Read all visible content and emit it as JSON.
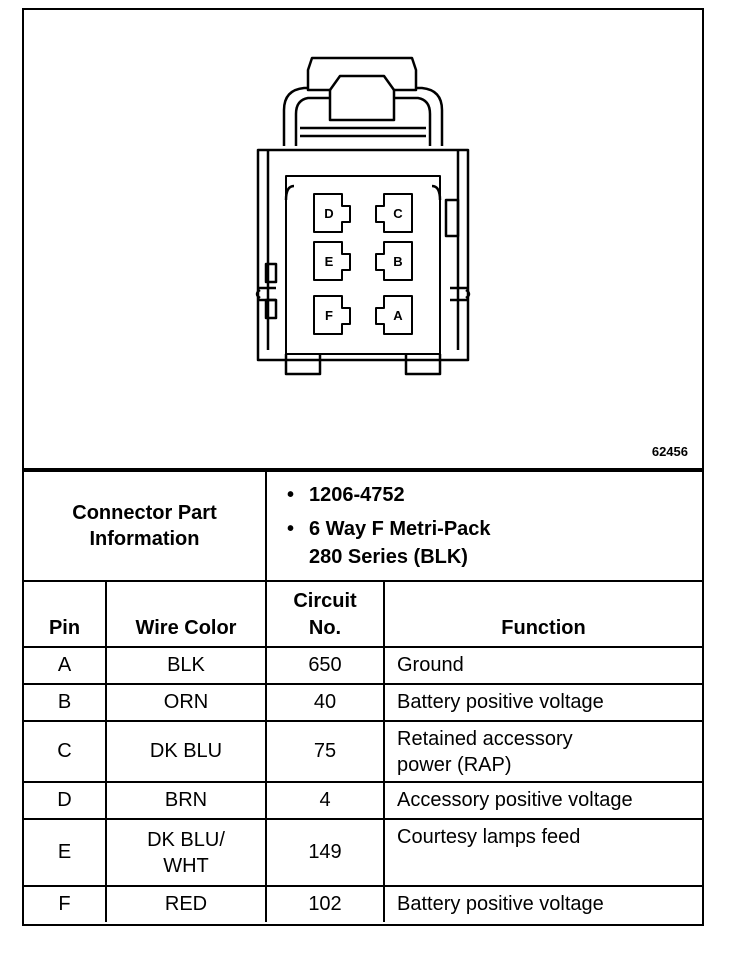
{
  "figure": {
    "number": "62456",
    "pins": [
      {
        "letter": "D"
      },
      {
        "letter": "C"
      },
      {
        "letter": "E"
      },
      {
        "letter": "B"
      },
      {
        "letter": "F"
      },
      {
        "letter": "A"
      }
    ]
  },
  "connector_info": {
    "label_line1": "Connector Part",
    "label_line2": "Information",
    "part_number": "1206-4752",
    "description_line1": "6 Way F Metri-Pack",
    "description_line2": "280 Series (BLK)"
  },
  "table": {
    "headers": {
      "pin": "Pin",
      "wire_color": "Wire Color",
      "circuit_line1": "Circuit",
      "circuit_line2": "No.",
      "function": "Function"
    },
    "rows": [
      {
        "pin": "A",
        "wire": "BLK",
        "circuit": "650",
        "function": "Ground"
      },
      {
        "pin": "B",
        "wire": "ORN",
        "circuit": "40",
        "function": "Battery positive voltage"
      },
      {
        "pin": "C",
        "wire": "DK BLU",
        "circuit": "75",
        "function_line1": "Retained accessory",
        "function_line2": "power (RAP)"
      },
      {
        "pin": "D",
        "wire": "BRN",
        "circuit": "4",
        "function": "Accessory positive voltage"
      },
      {
        "pin": "E",
        "wire_line1": "DK BLU/",
        "wire_line2": "WHT",
        "circuit": "149",
        "function": "Courtesy lamps feed"
      },
      {
        "pin": "F",
        "wire": "RED",
        "circuit": "102",
        "function": "Battery positive voltage"
      }
    ]
  }
}
